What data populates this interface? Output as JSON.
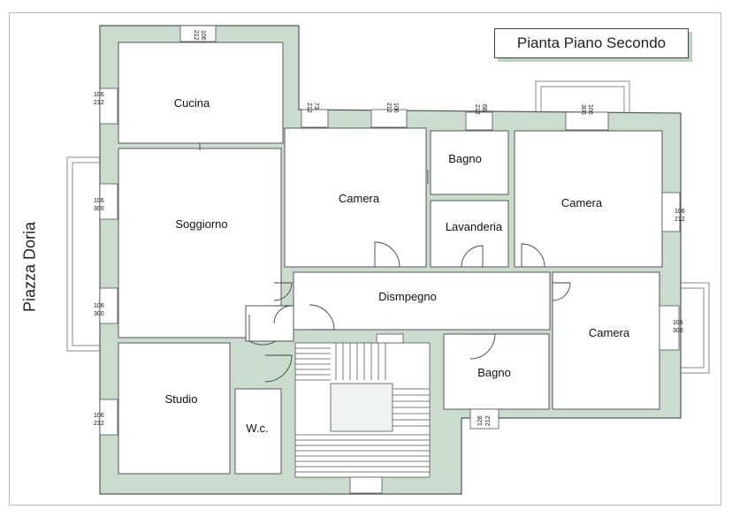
{
  "title": "Pianta Piano Secondo",
  "street": "Piazza Doria",
  "colors": {
    "wall": "#c9dccd",
    "wall_stroke": "#555555",
    "floor": "#ffffff",
    "title_shadow": "#bcd3c2"
  },
  "rooms": {
    "cucina": "Cucina",
    "soggiorno": "Soggiorno",
    "studio": "Studio",
    "wc": "W.c.",
    "camera_1": "Camera",
    "bagno_1": "Bagno",
    "lavanderia": "Lavanderia",
    "camera_2": "Camera",
    "disimpegno": "Dismpegno",
    "camera_3": "Camera",
    "bagno_2": "Bagno"
  },
  "windows": {
    "w_top_cucina": [
      "106",
      "212"
    ],
    "w_left_cucina": [
      "106",
      "212"
    ],
    "w_left_soggiorno_1": [
      "106",
      "300"
    ],
    "w_left_soggiorno_2": [
      "106",
      "300"
    ],
    "w_left_studio": [
      "106",
      "212"
    ],
    "w_top_camera1_a": [
      "73",
      "212"
    ],
    "w_top_camera1_b": [
      "106",
      "212"
    ],
    "w_top_bagno": [
      "68",
      "212"
    ],
    "w_top_camera2": [
      "106",
      "300"
    ],
    "w_right_camera2": [
      "106",
      "212"
    ],
    "w_right_camera3": [
      "106",
      "300"
    ],
    "w_bottom_bagno2": [
      "126",
      "212"
    ]
  }
}
